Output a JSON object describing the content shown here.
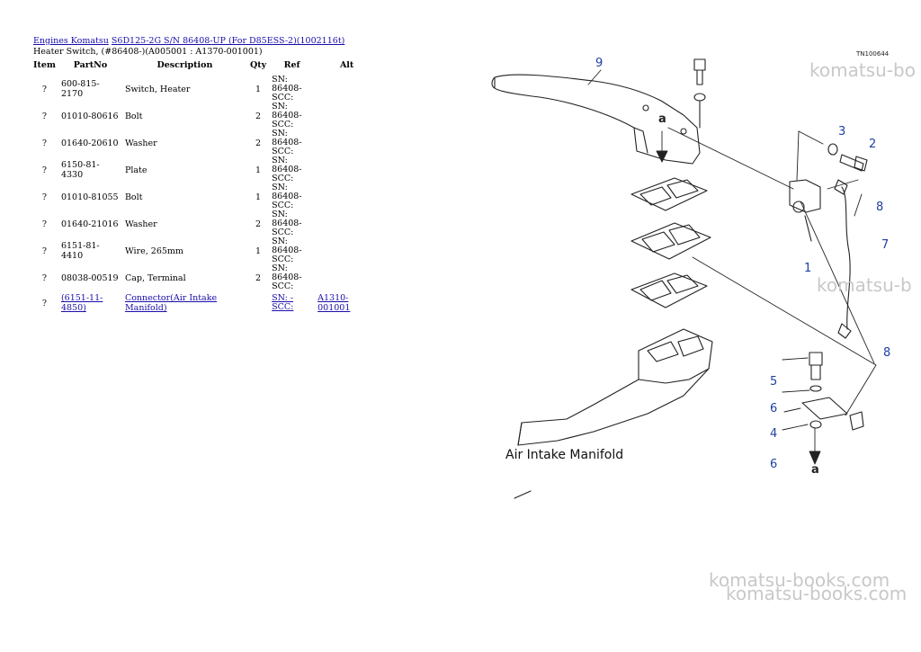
{
  "breadcrumb": {
    "items": [
      "Engines Komatsu",
      "S6D125-2G S/N 86408-UP (For D85ESS-2)(1002116t)"
    ]
  },
  "subtitle": "Heater Switch, (#86408-)(A005001 : A1370-001001)",
  "table": {
    "headers": [
      "Item",
      "PartNo",
      "Description",
      "Qty",
      "Ref",
      "Alt"
    ],
    "rows": [
      {
        "item": "?",
        "part": "600-815-2170",
        "desc": "Switch, Heater",
        "qty": "1",
        "ref": "SN: 86408-SCC:",
        "alt": ""
      },
      {
        "item": "?",
        "part": "01010-80616",
        "desc": "Bolt",
        "qty": "2",
        "ref": "SN: 86408-SCC:",
        "alt": ""
      },
      {
        "item": "?",
        "part": "01640-20610",
        "desc": "Washer",
        "qty": "2",
        "ref": "SN: 86408-SCC:",
        "alt": ""
      },
      {
        "item": "?",
        "part": "6150-81-4330",
        "desc": "Plate",
        "qty": "1",
        "ref": "SN: 86408-SCC:",
        "alt": ""
      },
      {
        "item": "?",
        "part": "01010-81055",
        "desc": "Bolt",
        "qty": "1",
        "ref": "SN: 86408-SCC:",
        "alt": ""
      },
      {
        "item": "?",
        "part": "01640-21016",
        "desc": "Washer",
        "qty": "2",
        "ref": "SN: 86408-SCC:",
        "alt": ""
      },
      {
        "item": "?",
        "part": "6151-81-4410",
        "desc": "Wire, 265mm",
        "qty": "1",
        "ref": "SN: 86408-SCC:",
        "alt": ""
      },
      {
        "item": "?",
        "part": "08038-00519",
        "desc": "Cap, Terminal",
        "qty": "2",
        "ref": "SN: 86408-SCC:",
        "alt": ""
      },
      {
        "item": "?",
        "part": "(6151-11-4850)",
        "desc": "Connector(Air Intake Manifold)",
        "qty": "",
        "ref": "SN: -SCC:",
        "alt": "A1310-001001",
        "linked": true
      }
    ]
  },
  "diagram": {
    "code": "TN100644",
    "caption": "Air Intake Manifold",
    "callouts": [
      "9",
      "a",
      "3",
      "2",
      "8",
      "7",
      "1",
      "8",
      "5",
      "6",
      "4",
      "6",
      "a"
    ]
  },
  "watermark": "komatsu-books.com",
  "watermark_short": "komatsu-bo",
  "watermark_short2": "komatsu-b",
  "watermark_clip": "komatsu-books.com",
  "colors": {
    "link": "#1a0dab",
    "callout": "#1f3fa0",
    "watermark": "#c8c8c8"
  }
}
